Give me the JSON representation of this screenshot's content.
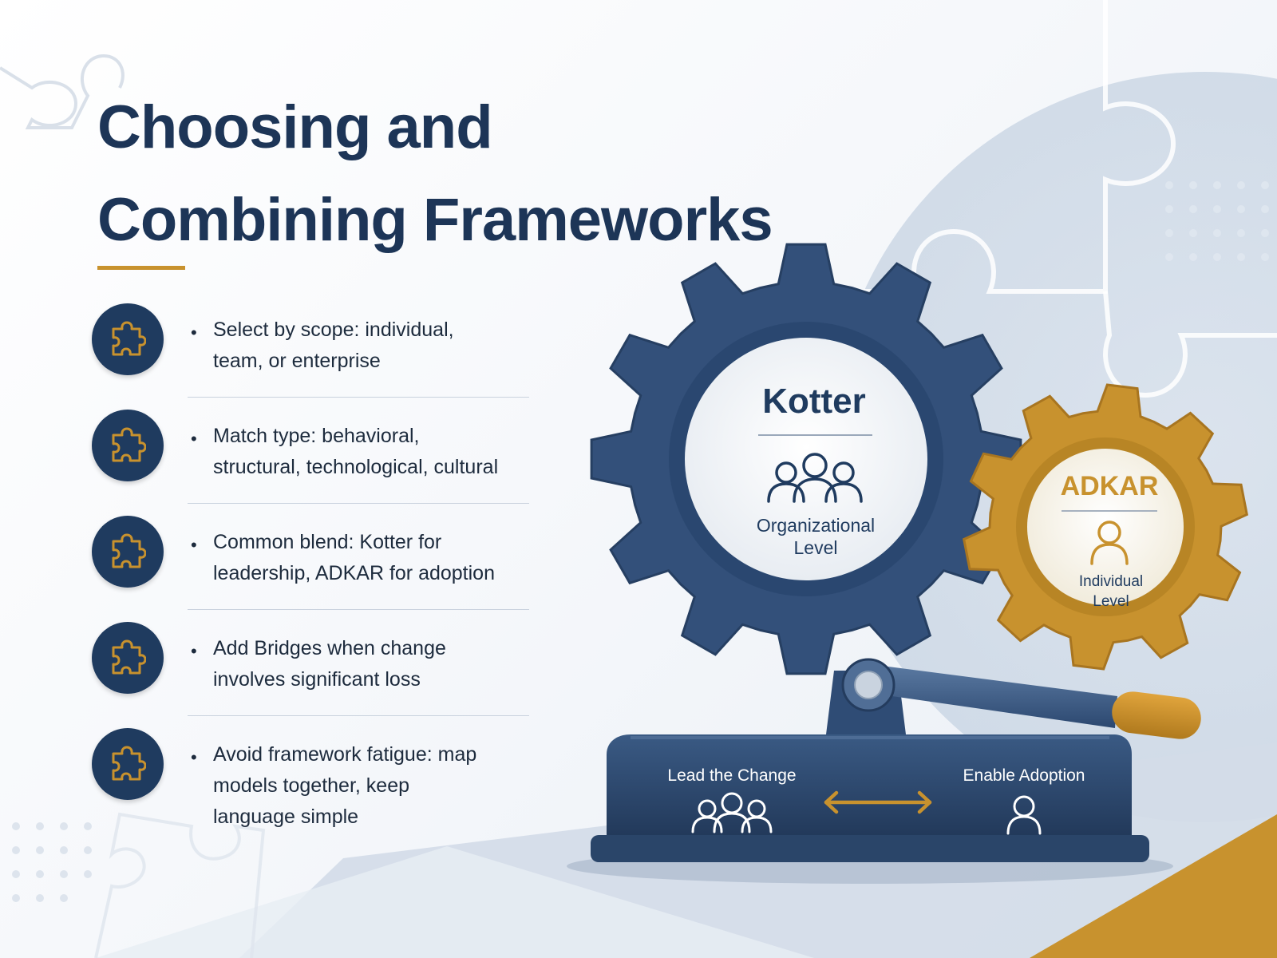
{
  "title": {
    "line1": "Choosing and",
    "line2": "Combining Frameworks"
  },
  "bullets": [
    {
      "lines": [
        "Select by scope: individual,",
        "team, or enterprise"
      ],
      "icon": "puzzle-icon"
    },
    {
      "lines": [
        "Match type: behavioral,",
        "structural, technological, cultural"
      ],
      "icon": "puzzle-icon"
    },
    {
      "lines": [
        "Common blend: Kotter for",
        "leadership, ADKAR for adoption"
      ],
      "icon": "puzzle-icon"
    },
    {
      "lines": [
        "Add Bridges when change",
        "involves significant loss"
      ],
      "icon": "puzzle-icon"
    },
    {
      "lines": [
        "Avoid framework fatigue: map",
        "models together, keep",
        "language simple"
      ],
      "icon": "puzzle-icon"
    }
  ],
  "kotter": {
    "name": "Kotter",
    "level_line1": "Organizational",
    "level_line2": "Level",
    "icon": "group-icon"
  },
  "adkar": {
    "name": "ADKAR",
    "level_line1": "Individual",
    "level_line2": "Level",
    "icon": "person-icon"
  },
  "base": {
    "left_label": "Lead the Change",
    "right_label": "Enable Adoption",
    "left_icon": "group-icon",
    "center_icon": "double-arrow-icon",
    "right_icon": "person-icon"
  },
  "colors": {
    "navy": "#1f3b5f",
    "gold": "#c8922e",
    "text": "#1d2b3d"
  }
}
